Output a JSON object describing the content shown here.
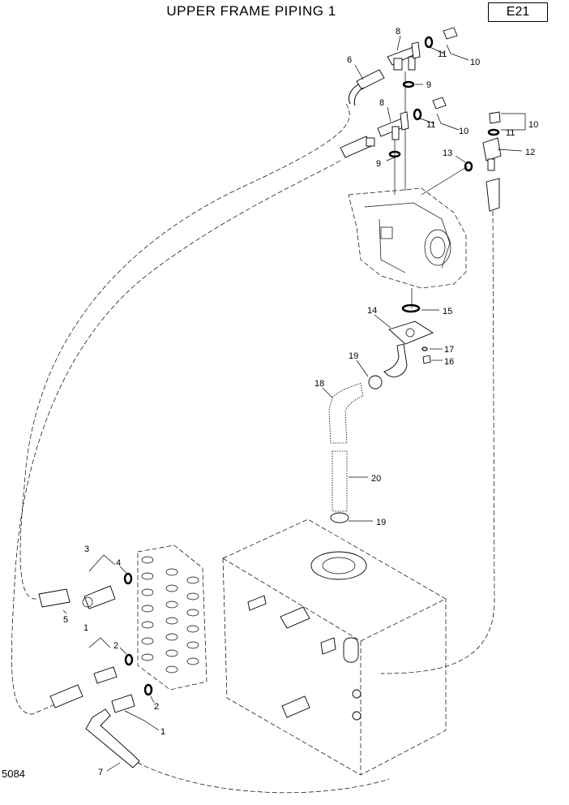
{
  "title": "UPPER FRAME PIPING 1",
  "page_code": "E21",
  "figure_number": "5084",
  "part_labels": [
    "1",
    "1",
    "1",
    "2",
    "2",
    "3",
    "4",
    "5",
    "6",
    "7",
    "8",
    "8",
    "9",
    "9",
    "10",
    "10",
    "10",
    "11",
    "11",
    "11",
    "12",
    "13",
    "14",
    "15",
    "16",
    "17",
    "18",
    "19",
    "19",
    "20"
  ]
}
